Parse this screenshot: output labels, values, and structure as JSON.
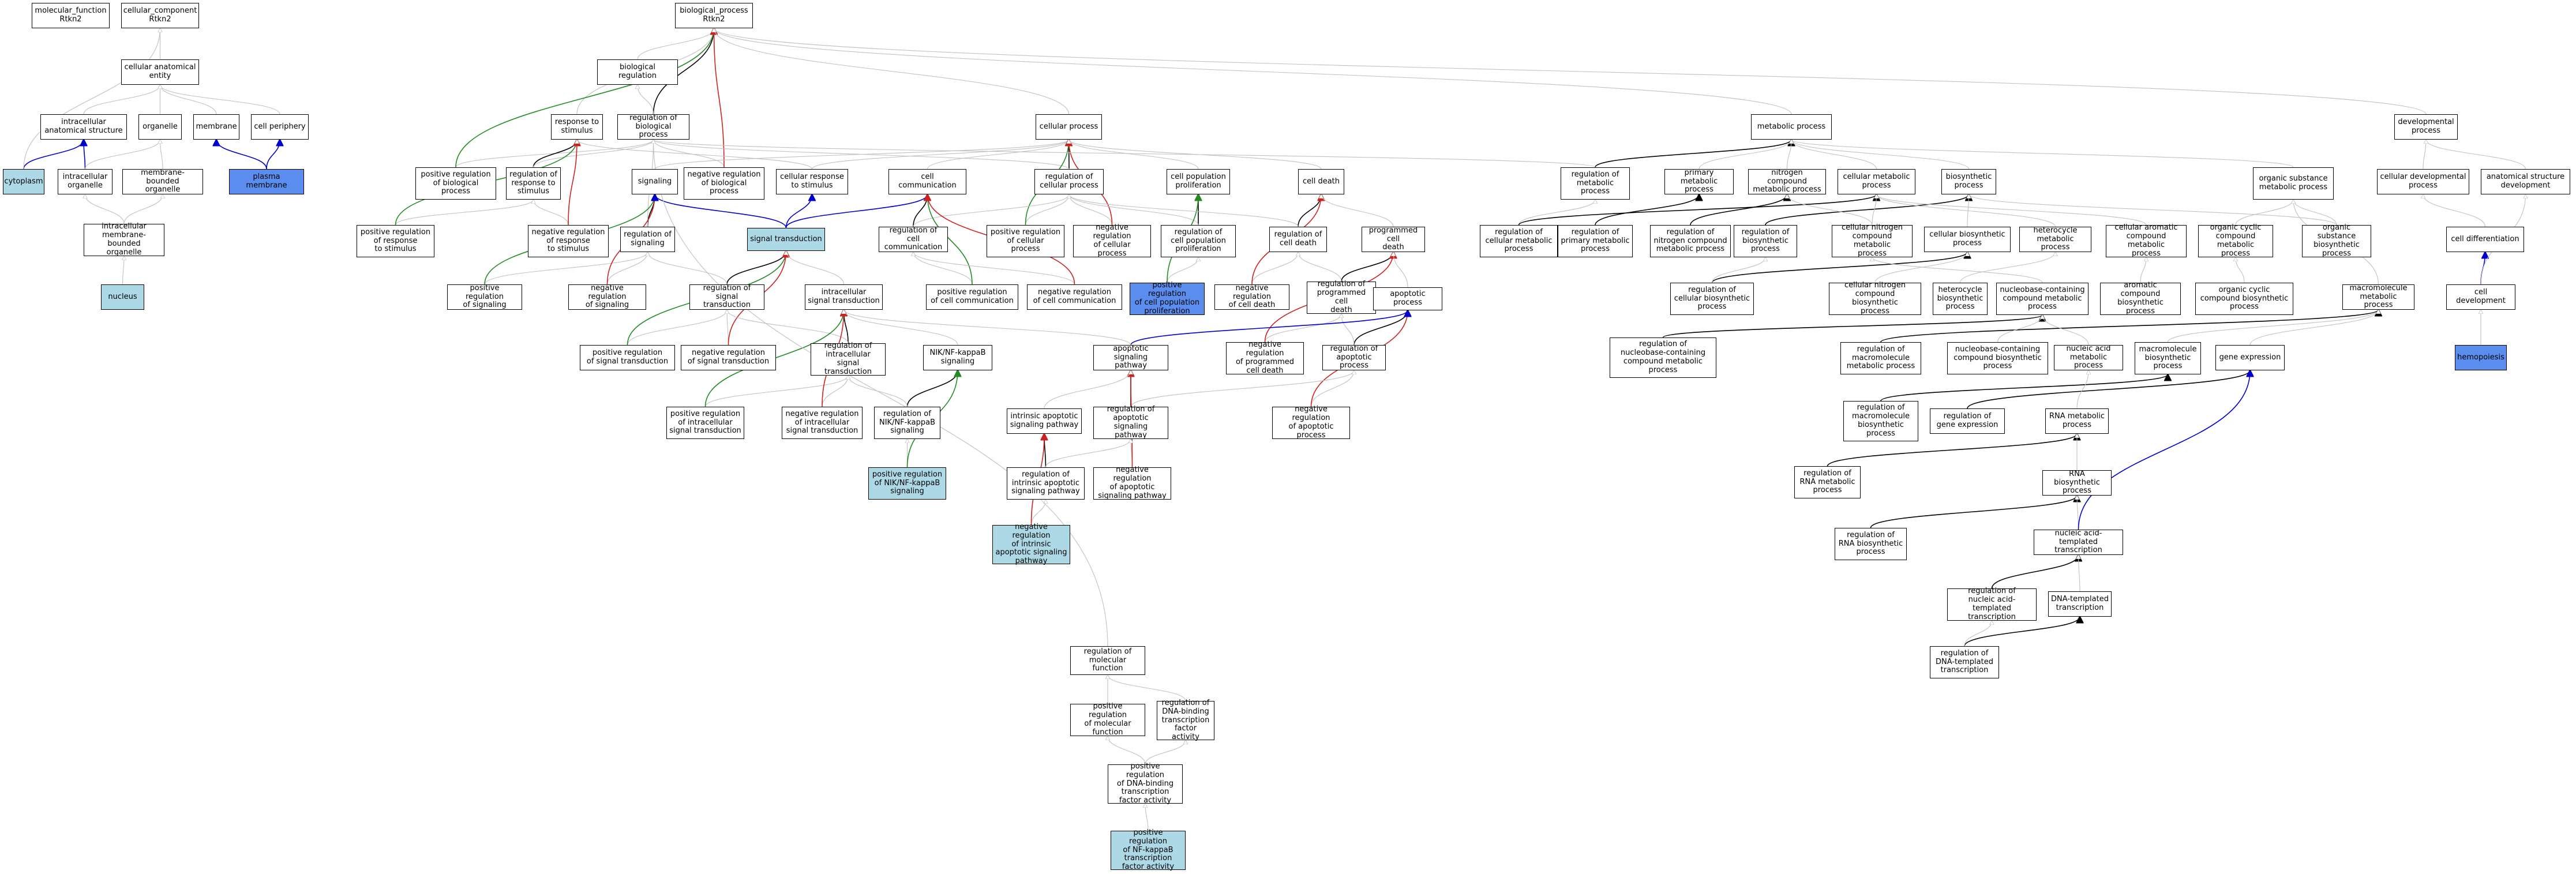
{
  "graph": {
    "nodes": {
      "mf": "molecular_function\nRtkn2",
      "cc": "cellular_component\nRtkn2",
      "cae": "cellular anatomical\nentity",
      "ias": "intracellular\nanatomical structure",
      "organelle": "organelle",
      "membrane": "membrane",
      "cellper": "cell periphery",
      "cytoplasm": "cytoplasm",
      "intorg": "intracellular\norganelle",
      "mbo": "membrane-bounded\norganelle",
      "pm": "plasma membrane",
      "imbo": "intracellular\nmembrane-bounded\norganelle",
      "nucleus": "nucleus",
      "bp": "biological_process\nRtkn2",
      "bioreg": "biological regulation",
      "rts": "response to\nstimulus",
      "rbp": "regulation of\nbiological process",
      "prbp": "positive regulation\nof biological\nprocess",
      "rrs": "regulation of\nresponse to\nstimulus",
      "signaling": "signaling",
      "nrbp": "negative regulation\nof biological\nprocess",
      "crs": "cellular response\nto stimulus",
      "prrs": "positive regulation\nof response\nto stimulus",
      "nrrs": "negative regulation\nof response\nto stimulus",
      "regsig": "regulation of\nsignaling",
      "sigtrans": "signal transduction",
      "prsig": "positive regulation\nof signaling",
      "nrsig": "negative regulation\nof signaling",
      "rst": "regulation of\nsignal transduction",
      "ist": "intracellular\nsignal transduction",
      "prst": "positive regulation\nof signal transduction",
      "nrst": "negative regulation\nof signal transduction",
      "rist": "regulation of\nintracellular\nsignal transduction",
      "prist": "positive regulation\nof intracellular\nsignal transduction",
      "nrist": "negative regulation\nof intracellular\nsignal transduction",
      "nfkbs": "NIK/NF-kappaB\nsignaling",
      "rnfkbs": "regulation of\nNIK/NF-kappaB\nsignaling",
      "prnfkbs": "positive regulation\nof NIK/NF-kappaB\nsignaling",
      "cellproc": "cellular process",
      "cellcomm": "cell communication",
      "rcp": "regulation of\ncellular process",
      "rcc": "regulation of\ncell communication",
      "prcp": "positive regulation\nof cellular\nprocess",
      "nrcp": "negative regulation\nof cellular\nprocess",
      "prcc": "positive regulation\nof cell communication",
      "nrcc": "negative regulation\nof cell communication",
      "cpp": "cell population\nproliferation",
      "rcpp": "regulation of\ncell population\nproliferation",
      "prcpp": "positive regulation\nof cell population\nproliferation",
      "celldeath": "cell death",
      "rcd": "regulation of\ncell death",
      "nrcd": "negative regulation\nof cell death",
      "pcd": "programmed cell\ndeath",
      "rpcd": "regulation of\nprogrammed cell\ndeath",
      "nrpcd": "negative regulation\nof programmed\ncell death",
      "apoproc": "apoptotic process",
      "rap": "regulation of\napoptotic process",
      "nrap": "negative regulation\nof apoptotic\nprocess",
      "asp": "apoptotic signaling\npathway",
      "iasp": "intrinsic apoptotic\nsignaling pathway",
      "rasp": "regulation of\napoptotic signaling\npathway",
      "riasp": "regulation of\nintrinsic apoptotic\nsignaling pathway",
      "nrasp": "negative regulation\nof apoptotic\nsignaling pathway",
      "nriasp": "negative regulation\nof intrinsic\napoptotic signaling\npathway",
      "metproc": "metabolic process",
      "rmp": "regulation of\nmetabolic process",
      "pmp": "primary metabolic\nprocess",
      "ncmp": "nitrogen compound\nmetabolic process",
      "cmp": "cellular metabolic\nprocess",
      "biosyn": "biosynthetic\nprocess",
      "rcmp": "regulation of\ncellular metabolic\nprocess",
      "rpmp": "regulation of\nprimary metabolic\nprocess",
      "rncmp": "regulation of\nnitrogen compound\nmetabolic process",
      "rbiosyn": "regulation of\nbiosynthetic\nprocess",
      "cncmp": "cellular nitrogen\ncompound metabolic\nprocess",
      "cbp": "cellular biosynthetic\nprocess",
      "hmp": "heterocycle\nmetabolic process",
      "camp": "cellular aromatic\ncompound metabolic\nprocess",
      "osmp": "organic substance\nmetabolic process",
      "occmp": "organic cyclic\ncompound metabolic\nprocess",
      "osbp": "organic substance\nbiosynthetic\nprocess",
      "rcbp": "regulation of\ncellular biosynthetic\nprocess",
      "cncbp": "cellular nitrogen\ncompound biosynthetic\nprocess",
      "hbp": "heterocycle\nbiosynthetic\nprocess",
      "nccmp": "nucleobase-containing\ncompound metabolic\nprocess",
      "acbp": "aromatic compound\nbiosynthetic\nprocess",
      "occbp": "organic cyclic\ncompound biosynthetic\nprocess",
      "mmp": "macromolecule\nmetabolic process",
      "rnccmp": "regulation of\nnucleobase-containing\ncompound metabolic\nprocess",
      "rmmp": "regulation of\nmacromolecule\nmetabolic process",
      "nccbp": "nucleobase-containing\ncompound biosynthetic\nprocess",
      "namp": "nucleic acid\nmetabolic process",
      "mbp": "macromolecule\nbiosynthetic\nprocess",
      "geneexp": "gene expression",
      "rmbp": "regulation of\nmacromolecule\nbiosynthetic\nprocess",
      "rge": "regulation of\ngene expression",
      "rnamp": "RNA metabolic\nprocess",
      "rrnamp": "regulation of\nRNA metabolic\nprocess",
      "rnabp": "RNA biosynthetic\nprocess",
      "rrnabp": "regulation of\nRNA biosynthetic\nprocess",
      "natt": "nucleic acid-templated\ntranscription",
      "rnatt": "regulation of\nnucleic acid-templated\ntranscription",
      "dtt": "DNA-templated\ntranscription",
      "rdtt": "regulation of\nDNA-templated\ntranscription",
      "devproc": "developmental\nprocess",
      "cdp": "cellular developmental\nprocess",
      "asd": "anatomical structure\ndevelopment",
      "celldiff": "cell differentiation",
      "celldev": "cell development",
      "hemopoiesis": "hemopoiesis",
      "rmf": "regulation of\nmolecular function",
      "prmf": "positive regulation\nof molecular\nfunction",
      "rdbtfa": "regulation of\nDNA-binding\ntranscription\nfactor activity",
      "prdbtfa": "positive regulation\nof DNA-binding\ntranscription\nfactor activity",
      "prnfkbtfa": "positive regulation\nof NF-kappaB\ntranscription\nfactor activity"
    },
    "colors": {
      "default_fill": "#ffffff",
      "light_fill": "#add8e6",
      "blue_fill": "#5b8def",
      "edge_is_a": "#c0c0c0",
      "edge_part_of": "#0000cc",
      "edge_regulates": "#000000",
      "edge_positively_regulates": "#228b22",
      "edge_negatively_regulates": "#cc2222"
    },
    "edges": [
      [
        "cae",
        "cc",
        "g"
      ],
      [
        "ias",
        "cae",
        "g"
      ],
      [
        "organelle",
        "cae",
        "g"
      ],
      [
        "membrane",
        "cae",
        "g"
      ],
      [
        "cellper",
        "cae",
        "g"
      ],
      [
        "cytoplasm",
        "ias",
        "b"
      ],
      [
        "intorg",
        "ias",
        "b"
      ],
      [
        "intorg",
        "organelle",
        "g"
      ],
      [
        "mbo",
        "organelle",
        "g"
      ],
      [
        "pm",
        "membrane",
        "b"
      ],
      [
        "pm",
        "cellper",
        "b"
      ],
      [
        "imbo",
        "intorg",
        "g"
      ],
      [
        "imbo",
        "mbo",
        "g"
      ],
      [
        "nucleus",
        "imbo",
        "g"
      ],
      [
        "cytoplasm",
        "cc",
        "g"
      ],
      [
        "bioreg",
        "bp",
        "g"
      ],
      [
        "rts",
        "bp",
        "g"
      ],
      [
        "rbp",
        "bp",
        "k"
      ],
      [
        "rbp",
        "bioreg",
        "g"
      ],
      [
        "prbp",
        "rbp",
        "g"
      ],
      [
        "prbp",
        "bp",
        "gr"
      ],
      [
        "nrbp",
        "rbp",
        "g"
      ],
      [
        "nrbp",
        "bp",
        "r"
      ],
      [
        "rrs",
        "rts",
        "k"
      ],
      [
        "rrs",
        "rbp",
        "g"
      ],
      [
        "prrs",
        "rrs",
        "g"
      ],
      [
        "prrs",
        "rts",
        "gr"
      ],
      [
        "nrrs",
        "rrs",
        "g"
      ],
      [
        "nrrs",
        "rts",
        "r"
      ],
      [
        "signaling",
        "cellproc",
        "g"
      ],
      [
        "regsig",
        "signaling",
        "k"
      ],
      [
        "regsig",
        "rbp",
        "g"
      ],
      [
        "prsig",
        "regsig",
        "g"
      ],
      [
        "prsig",
        "signaling",
        "gr"
      ],
      [
        "nrsig",
        "regsig",
        "g"
      ],
      [
        "nrsig",
        "signaling",
        "r"
      ],
      [
        "crs",
        "rts",
        "g"
      ],
      [
        "crs",
        "cellproc",
        "g"
      ],
      [
        "sigtrans",
        "signaling",
        "b"
      ],
      [
        "sigtrans",
        "crs",
        "b"
      ],
      [
        "sigtrans",
        "cellcomm",
        "b"
      ],
      [
        "rst",
        "sigtrans",
        "k"
      ],
      [
        "rst",
        "regsig",
        "g"
      ],
      [
        "prst",
        "rst",
        "g"
      ],
      [
        "prst",
        "sigtrans",
        "gr"
      ],
      [
        "nrst",
        "rst",
        "g"
      ],
      [
        "nrst",
        "sigtrans",
        "r"
      ],
      [
        "ist",
        "sigtrans",
        "g"
      ],
      [
        "rist",
        "ist",
        "k"
      ],
      [
        "rist",
        "rst",
        "g"
      ],
      [
        "prist",
        "rist",
        "g"
      ],
      [
        "prist",
        "ist",
        "gr"
      ],
      [
        "nrist",
        "rist",
        "g"
      ],
      [
        "nrist",
        "ist",
        "r"
      ],
      [
        "nfkbs",
        "ist",
        "g"
      ],
      [
        "rnfkbs",
        "nfkbs",
        "k"
      ],
      [
        "rnfkbs",
        "rist",
        "g"
      ],
      [
        "prnfkbs",
        "rnfkbs",
        "g"
      ],
      [
        "prnfkbs",
        "nfkbs",
        "gr"
      ],
      [
        "cellproc",
        "bp",
        "g"
      ],
      [
        "cellcomm",
        "cellproc",
        "g"
      ],
      [
        "rcp",
        "cellproc",
        "k"
      ],
      [
        "rcp",
        "rbp",
        "g"
      ],
      [
        "prcp",
        "rcp",
        "g"
      ],
      [
        "prcp",
        "cellproc",
        "gr"
      ],
      [
        "nrcp",
        "rcp",
        "g"
      ],
      [
        "nrcp",
        "cellproc",
        "r"
      ],
      [
        "rcc",
        "cellcomm",
        "k"
      ],
      [
        "rcc",
        "rcp",
        "g"
      ],
      [
        "prcc",
        "rcc",
        "g"
      ],
      [
        "prcc",
        "cellcomm",
        "gr"
      ],
      [
        "nrcc",
        "rcc",
        "g"
      ],
      [
        "nrcc",
        "cellcomm",
        "r"
      ],
      [
        "cpp",
        "cellproc",
        "g"
      ],
      [
        "rcpp",
        "cpp",
        "k"
      ],
      [
        "rcpp",
        "rcp",
        "g"
      ],
      [
        "prcpp",
        "rcpp",
        "g"
      ],
      [
        "prcpp",
        "cpp",
        "gr"
      ],
      [
        "celldeath",
        "cellproc",
        "g"
      ],
      [
        "rcd",
        "celldeath",
        "k"
      ],
      [
        "rcd",
        "rcp",
        "g"
      ],
      [
        "nrcd",
        "rcd",
        "g"
      ],
      [
        "nrcd",
        "celldeath",
        "r"
      ],
      [
        "pcd",
        "celldeath",
        "g"
      ],
      [
        "rpcd",
        "pcd",
        "k"
      ],
      [
        "rpcd",
        "rcd",
        "g"
      ],
      [
        "nrpcd",
        "rpcd",
        "g"
      ],
      [
        "nrpcd",
        "pcd",
        "r"
      ],
      [
        "apoproc",
        "pcd",
        "g"
      ],
      [
        "rap",
        "apoproc",
        "k"
      ],
      [
        "rap",
        "rpcd",
        "g"
      ],
      [
        "nrap",
        "rap",
        "g"
      ],
      [
        "nrap",
        "apoproc",
        "r"
      ],
      [
        "asp",
        "apoproc",
        "b"
      ],
      [
        "asp",
        "ist",
        "g"
      ],
      [
        "rasp",
        "asp",
        "k"
      ],
      [
        "rasp",
        "rap",
        "g"
      ],
      [
        "nrasp",
        "rasp",
        "g"
      ],
      [
        "nrasp",
        "asp",
        "r"
      ],
      [
        "iasp",
        "asp",
        "g"
      ],
      [
        "riasp",
        "iasp",
        "k"
      ],
      [
        "riasp",
        "rasp",
        "g"
      ],
      [
        "nriasp",
        "riasp",
        "g"
      ],
      [
        "nriasp",
        "iasp",
        "r"
      ],
      [
        "metproc",
        "bp",
        "g"
      ],
      [
        "rmp",
        "metproc",
        "k"
      ],
      [
        "rmp",
        "rbp",
        "g"
      ],
      [
        "pmp",
        "metproc",
        "g"
      ],
      [
        "ncmp",
        "metproc",
        "g"
      ],
      [
        "cmp",
        "metproc",
        "g"
      ],
      [
        "biosyn",
        "metproc",
        "g"
      ],
      [
        "rcmp",
        "rmp",
        "g"
      ],
      [
        "rcmp",
        "cmp",
        "k"
      ],
      [
        "rpmp",
        "pmp",
        "k"
      ],
      [
        "rncmp",
        "ncmp",
        "k"
      ],
      [
        "rbiosyn",
        "biosyn",
        "k"
      ],
      [
        "cncmp",
        "ncmp",
        "g"
      ],
      [
        "cncmp",
        "cmp",
        "g"
      ],
      [
        "cbp",
        "biosyn",
        "g"
      ],
      [
        "hmp",
        "cmp",
        "g"
      ],
      [
        "camp",
        "cmp",
        "g"
      ],
      [
        "osmp",
        "metproc",
        "g"
      ],
      [
        "occmp",
        "osmp",
        "g"
      ],
      [
        "osbp",
        "osmp",
        "g"
      ],
      [
        "osbp",
        "biosyn",
        "g"
      ],
      [
        "rcbp",
        "cbp",
        "k"
      ],
      [
        "rcbp",
        "rbiosyn",
        "g"
      ],
      [
        "cncbp",
        "cbp",
        "g"
      ],
      [
        "hbp",
        "hmp",
        "g"
      ],
      [
        "nccmp",
        "cncmp",
        "g"
      ],
      [
        "acbp",
        "camp",
        "g"
      ],
      [
        "occbp",
        "occmp",
        "g"
      ],
      [
        "mmp",
        "osmp",
        "g"
      ],
      [
        "rnccmp",
        "nccmp",
        "k"
      ],
      [
        "rmmp",
        "mmp",
        "k"
      ],
      [
        "nccbp",
        "nccmp",
        "g"
      ],
      [
        "namp",
        "nccmp",
        "g"
      ],
      [
        "mbp",
        "mmp",
        "g"
      ],
      [
        "geneexp",
        "mmp",
        "g"
      ],
      [
        "rmbp",
        "mbp",
        "k"
      ],
      [
        "rge",
        "geneexp",
        "k"
      ],
      [
        "rnamp",
        "namp",
        "g"
      ],
      [
        "rrnamp",
        "rnamp",
        "k"
      ],
      [
        "rnabp",
        "rnamp",
        "g"
      ],
      [
        "rrnabp",
        "rnabp",
        "k"
      ],
      [
        "natt",
        "rnabp",
        "g"
      ],
      [
        "natt",
        "geneexp",
        "b"
      ],
      [
        "rnatt",
        "natt",
        "k"
      ],
      [
        "dtt",
        "natt",
        "g"
      ],
      [
        "rdtt",
        "dtt",
        "k"
      ],
      [
        "rdtt",
        "rnatt",
        "g"
      ],
      [
        "devproc",
        "bp",
        "g"
      ],
      [
        "cdp",
        "devproc",
        "g"
      ],
      [
        "asd",
        "devproc",
        "g"
      ],
      [
        "celldiff",
        "cdp",
        "g"
      ],
      [
        "celldev",
        "celldiff",
        "b"
      ],
      [
        "celldev",
        "asd",
        "g"
      ],
      [
        "hemopoiesis",
        "celldev",
        "g"
      ],
      [
        "rmf",
        "rbp",
        "g"
      ],
      [
        "prmf",
        "rmf",
        "g"
      ],
      [
        "rdbtfa",
        "rmf",
        "g"
      ],
      [
        "prdbtfa",
        "rdbtfa",
        "g"
      ],
      [
        "prdbtfa",
        "prmf",
        "g"
      ],
      [
        "prnfkbtfa",
        "prdbtfa",
        "g"
      ]
    ]
  }
}
